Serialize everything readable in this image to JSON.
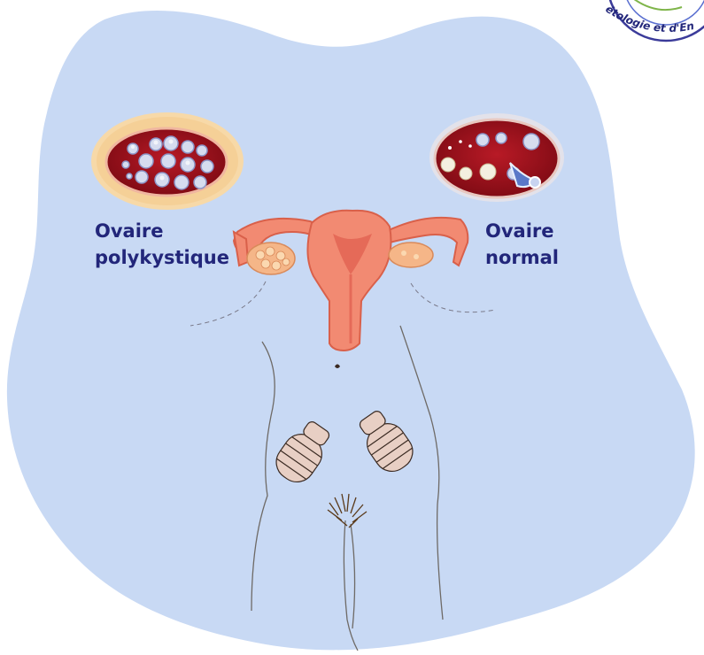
{
  "colors": {
    "blob": "#c8d9f4",
    "label_text": "#22267a",
    "uterus_fill": "#f28a72",
    "uterus_stroke": "#d9604a",
    "ovary_red": "#a3101c",
    "ovary_dark": "#7c0a13",
    "cyst": "#d6dcef",
    "body_line": "#6e6a66",
    "logo_ring": "#3b3b9a"
  },
  "labels": {
    "left_line1": "Ovaire",
    "left_line2": "polykystique",
    "right_line1": "Ovaire",
    "right_line2": "normal"
  },
  "logo": {
    "text": "étologie et d'En"
  },
  "icons": {
    "polycystic_ovary": "polycystic-ovary-icon",
    "normal_ovary": "normal-ovary-icon",
    "uterus": "uterus-icon",
    "body_outline": "body-outline",
    "hands": "hand-icon"
  }
}
